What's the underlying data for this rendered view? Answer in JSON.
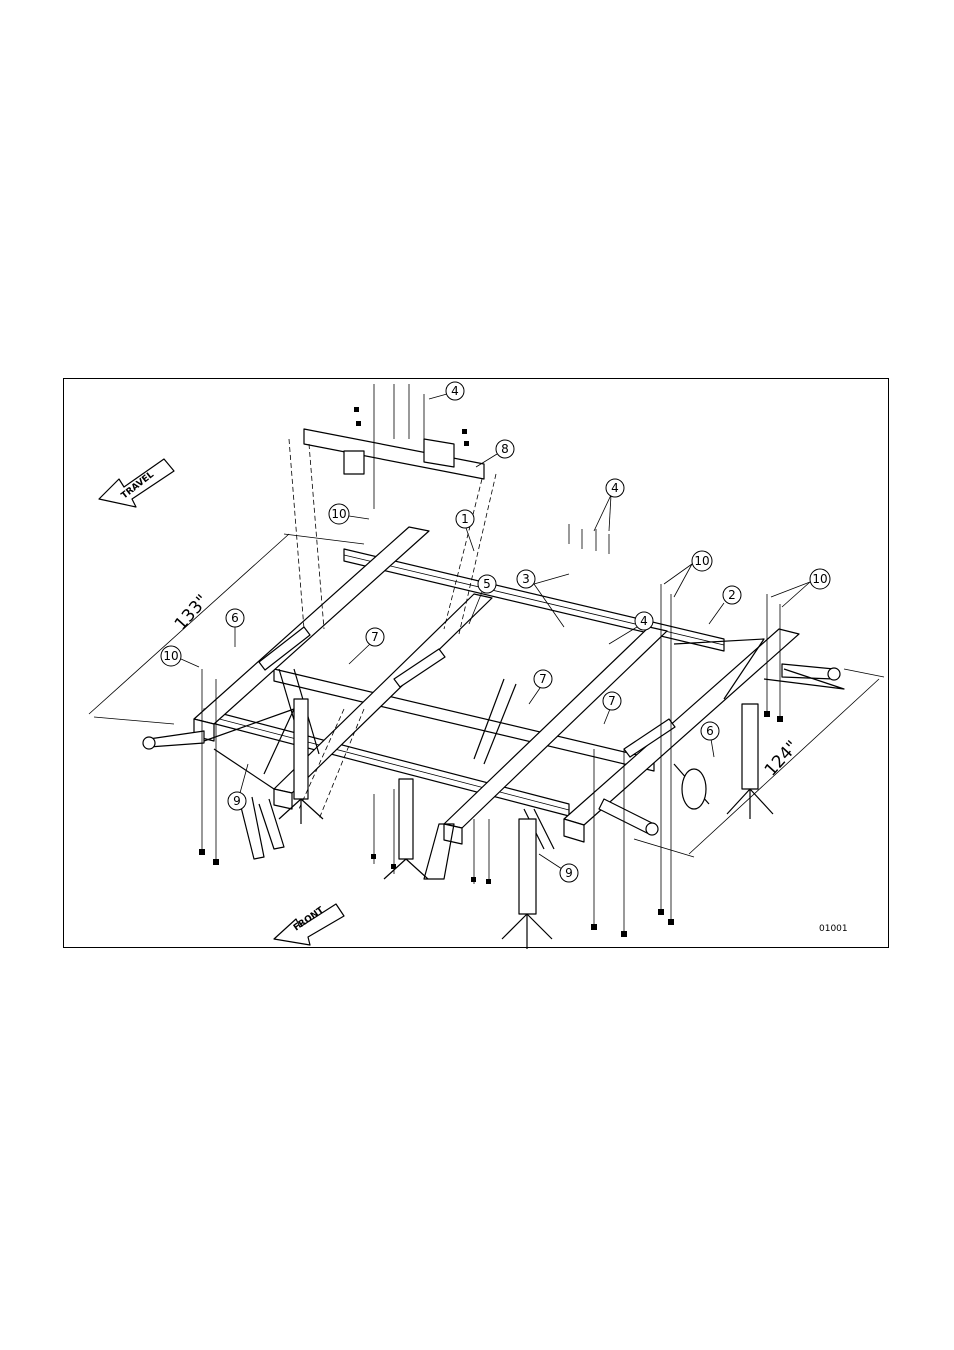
{
  "figure": {
    "figure_number": "01001",
    "direction_labels": {
      "travel": "TRAVEL",
      "front": "FRONT"
    },
    "dimensions": {
      "width_label": "133\"",
      "depth_label": "124\""
    },
    "callouts": [
      {
        "number": "1"
      },
      {
        "number": "2"
      },
      {
        "number": "3"
      },
      {
        "number": "4"
      },
      {
        "number": "4"
      },
      {
        "number": "4"
      },
      {
        "number": "5"
      },
      {
        "number": "6"
      },
      {
        "number": "6"
      },
      {
        "number": "7"
      },
      {
        "number": "7"
      },
      {
        "number": "7"
      },
      {
        "number": "8"
      },
      {
        "number": "9"
      },
      {
        "number": "9"
      },
      {
        "number": "10"
      },
      {
        "number": "10"
      },
      {
        "number": "10"
      },
      {
        "number": "10"
      }
    ]
  }
}
